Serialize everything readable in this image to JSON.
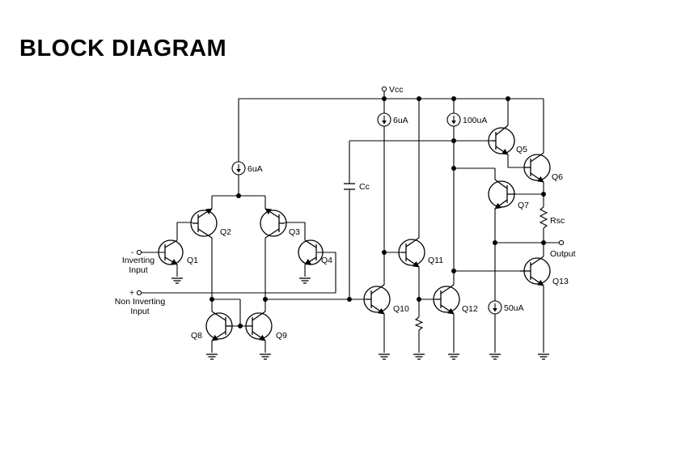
{
  "header": {
    "title": "BLOCK DIAGRAM"
  },
  "supply": {
    "vcc": "Vcc"
  },
  "sources": {
    "i_input": "6uA",
    "i_q10": "6uA",
    "i_q5": "100uA",
    "i_q7": "50uA"
  },
  "components": {
    "cc": "Cc",
    "rsc": "Rsc"
  },
  "transistors": {
    "q1": "Q1",
    "q2": "Q2",
    "q3": "Q3",
    "q4": "Q4",
    "q5": "Q5",
    "q6": "Q6",
    "q7": "Q7",
    "q8": "Q8",
    "q9": "Q9",
    "q10": "Q10",
    "q11": "Q11",
    "q12": "Q12",
    "q13": "Q13"
  },
  "pins": {
    "inverting_sign": "-",
    "inverting_line1": "Inverting",
    "inverting_line2": "Input",
    "noninverting_sign": "+",
    "noninverting_line1": "Non Inverting",
    "noninverting_line2": "Input",
    "output": "Output"
  }
}
